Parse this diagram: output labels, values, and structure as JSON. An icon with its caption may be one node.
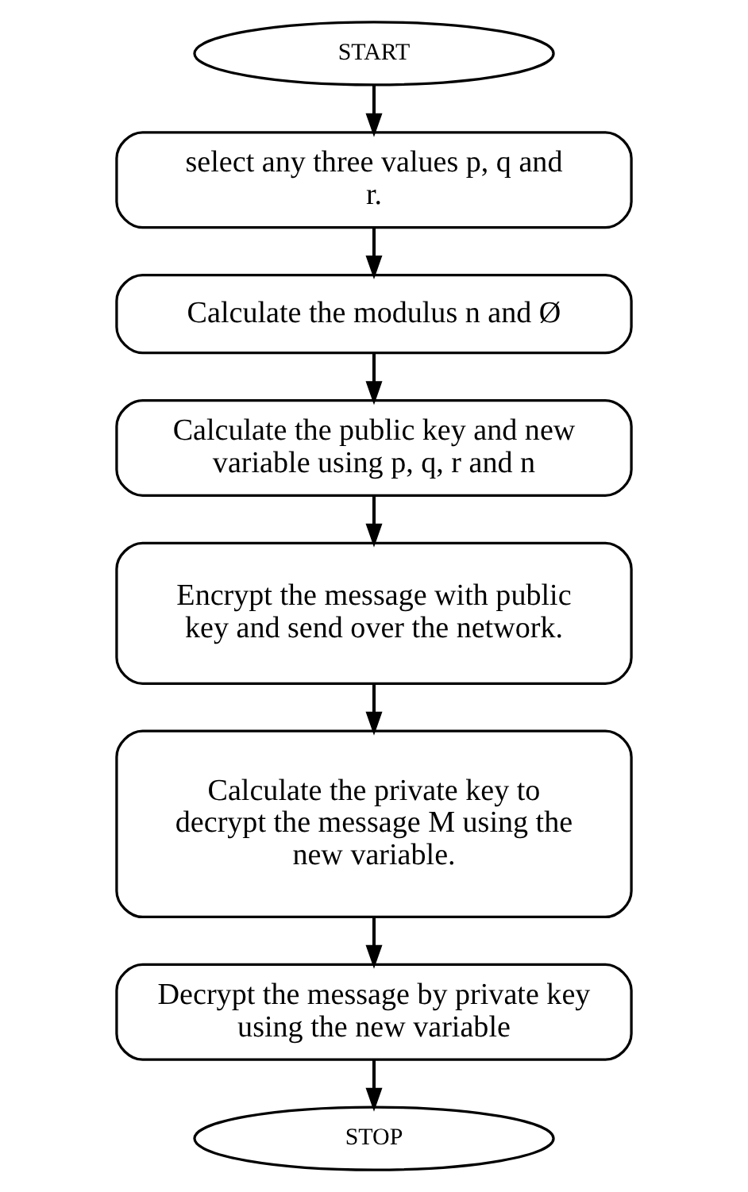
{
  "diagram": {
    "nodes": [
      {
        "text": [
          "START"
        ]
      },
      {
        "text": [
          "select any three values p, q and r."
        ]
      },
      {
        "text": [
          "Calculate the modulus n and Ø"
        ]
      },
      {
        "text": [
          "Calculate the public key and new variable using p, q, r and n"
        ]
      },
      {
        "text": [
          "Encrypt the message with public key and send over the network."
        ]
      },
      {
        "text": [
          "Calculate the private key to decrypt the message M using the new variable."
        ]
      },
      {
        "text": [
          "Decrypt the message by private key using the new variable"
        ]
      },
      {
        "text": [
          "STOP"
        ]
      }
    ],
    "edges": [
      {
        "from": 0,
        "to": 1,
        "arrow": "to"
      },
      {
        "from": 1,
        "to": 2,
        "arrow": "to"
      },
      {
        "from": 2,
        "to": 3,
        "arrow": "to"
      },
      {
        "from": 3,
        "to": 4,
        "arrow": "to"
      },
      {
        "from": 4,
        "to": 5,
        "arrow": "to"
      },
      {
        "from": 5,
        "to": 6,
        "arrow": "to"
      },
      {
        "from": 6,
        "to": 7,
        "arrow": "to"
      }
    ]
  }
}
